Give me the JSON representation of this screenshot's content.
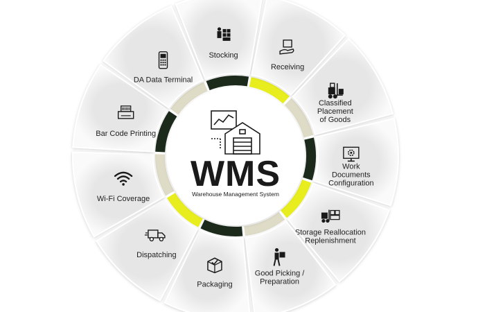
{
  "center": {
    "title": "WMS",
    "subtitle": "Warehouse Management System"
  },
  "segments": [
    {
      "id": "stocking",
      "lines": [
        "Stocking"
      ],
      "icon": "stocking-icon",
      "accent": "#1c2a1c"
    },
    {
      "id": "receiving",
      "lines": [
        "Receiving"
      ],
      "icon": "receiving-icon",
      "accent": "#e8ee1e"
    },
    {
      "id": "classified-placement",
      "lines": [
        "Classified",
        "Placement",
        "of Goods"
      ],
      "icon": "forklift-icon",
      "accent": "#dedbc7"
    },
    {
      "id": "work-documents",
      "lines": [
        "Work",
        "Documents",
        "Configuration"
      ],
      "icon": "settings-monitor-icon",
      "accent": "#1c2a1c"
    },
    {
      "id": "storage-reallocation",
      "lines": [
        "Storage Reallocation",
        "Replenishment"
      ],
      "icon": "forklift-boxes-icon",
      "accent": "#e8ee1e"
    },
    {
      "id": "good-picking",
      "lines": [
        "Good Picking /",
        "Preparation"
      ],
      "icon": "person-carrying-box-icon",
      "accent": "#dedbc7"
    },
    {
      "id": "packaging",
      "lines": [
        "Packaging"
      ],
      "icon": "package-box-icon",
      "accent": "#1c2a1c"
    },
    {
      "id": "dispatching",
      "lines": [
        "Dispatching"
      ],
      "icon": "delivery-truck-icon",
      "accent": "#e8ee1e"
    },
    {
      "id": "wifi-coverage",
      "lines": [
        "Wi-Fi Coverage"
      ],
      "icon": "wifi-icon",
      "accent": "#dedbc7"
    },
    {
      "id": "bar-code-printing",
      "lines": [
        "Bar Code Printing"
      ],
      "icon": "barcode-printer-icon",
      "accent": "#1c2a1c"
    },
    {
      "id": "da-data-terminal",
      "lines": [
        "DA Data Terminal"
      ],
      "icon": "handheld-terminal-icon",
      "accent": "#dedbc7"
    }
  ],
  "colors": {
    "dark": "#1c2a1c",
    "yellow": "#e8ee1e",
    "beige": "#dedbc7",
    "segment_fill": "#f3f3f3",
    "text": "#1f1f1f"
  }
}
